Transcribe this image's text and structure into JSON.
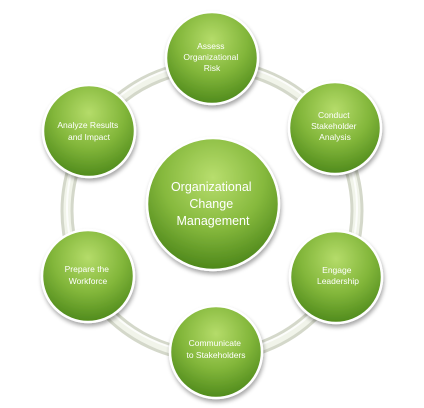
{
  "diagram": {
    "center": {
      "label_lines": [
        "Organizational",
        "Change",
        "Management"
      ]
    },
    "nodes": [
      {
        "id": "assess-organizational-risk",
        "label_lines": [
          "Assess",
          "Organizational",
          "Risk"
        ]
      },
      {
        "id": "conduct-stakeholder-analysis",
        "label_lines": [
          "Conduct",
          "Stakeholder",
          "Analysis"
        ]
      },
      {
        "id": "engage-leadership",
        "label_lines": [
          "Engage",
          "Leadership"
        ]
      },
      {
        "id": "communicate-to-stakeholders",
        "label_lines": [
          "Communicate",
          "to Stakeholders"
        ]
      },
      {
        "id": "prepare-the-workforce",
        "label_lines": [
          "Prepare the",
          "Workforce"
        ]
      },
      {
        "id": "analyze-results-and-impact",
        "label_lines": [
          "Analyze Results",
          "and Impact"
        ]
      }
    ],
    "colors": {
      "circle_light": "#b5dc6a",
      "circle_mid": "#82b63a",
      "circle_dark": "#4f8a1c",
      "ring_light": "#f1f4ea",
      "ring_dark": "#c5cbb8",
      "label_text": "#ffffff"
    }
  }
}
